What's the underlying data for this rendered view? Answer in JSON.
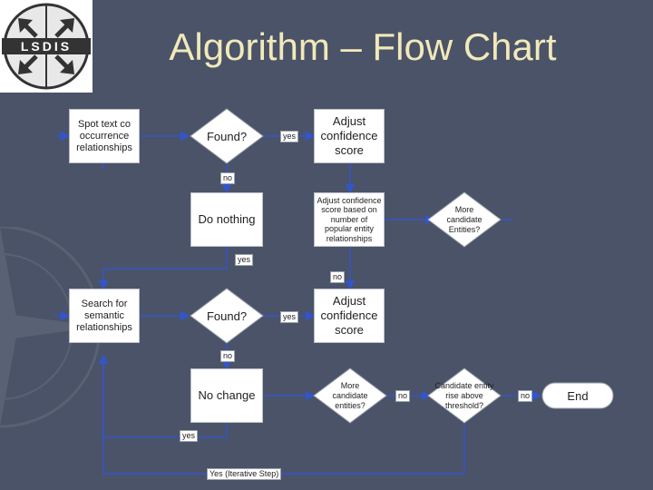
{
  "slide": {
    "title": "Algorithm – Flow Chart",
    "logo_text": "LSDIS",
    "colors": {
      "background": "#4b5368",
      "title": "#f1e9b9",
      "arrow": "#3355cc",
      "box": "#ffffff"
    }
  },
  "flow": {
    "spot_text": "Spot text co occurrence relationships",
    "found1": "Found?",
    "yes1": "yes",
    "adjust1": "Adjust confidence score",
    "no1": "no",
    "do_nothing": "Do nothing",
    "adjust_popular": "Adjust confidence score based on number of popular entity relationships",
    "more_candidate1": "More candidate Entities?",
    "yes2": "yes",
    "no2": "no",
    "search_semantic": "Search for semantic relationships",
    "found2": "Found?",
    "yes3": "yes",
    "adjust2": "Adjust confidence score",
    "no3": "no",
    "no_change": "No change",
    "more_candidate2": "More candidate entities?",
    "no4": "no",
    "candidate_rise": "Candidate entity rise above threshold?",
    "no5": "no",
    "end": "End",
    "yes4": "yes",
    "yes_iterative": "Yes (Iterative Step)"
  }
}
